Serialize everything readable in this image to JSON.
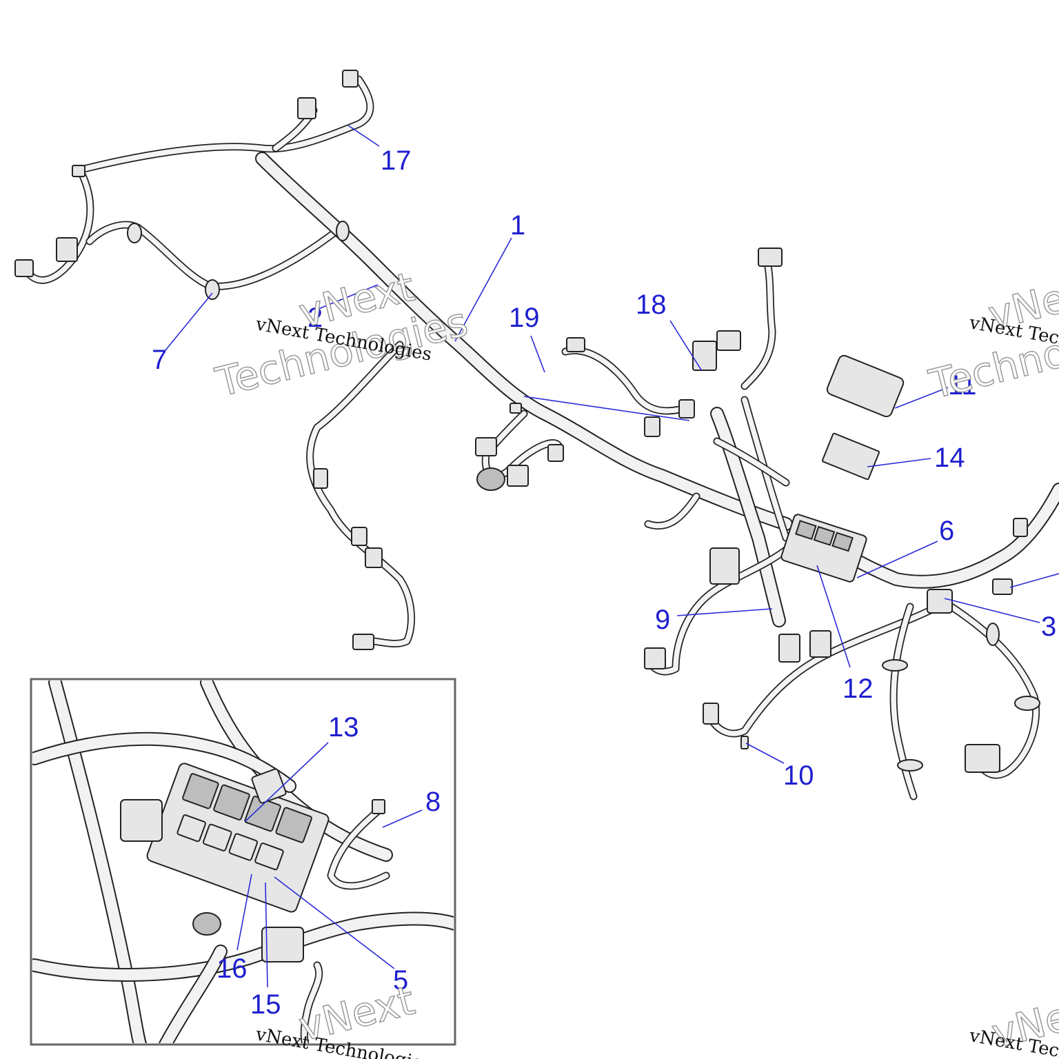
{
  "callouts": {
    "c1": "1",
    "c2": "2",
    "c3": "3",
    "c5": "5",
    "c6": "6",
    "c7": "7",
    "c8": "8",
    "c9": "9",
    "c10": "10",
    "c11": "11",
    "c12": "12",
    "c13": "13",
    "c14": "14",
    "c15": "15",
    "c16": "16",
    "c17": "17",
    "c18": "18",
    "c19": "19"
  },
  "watermark": {
    "company": "vNext Technologies",
    "line1": "vNext",
    "line2": "Technologies"
  },
  "colors": {
    "callout": "#1f1fd0",
    "line_art": "#222222",
    "background": "#ffffff"
  }
}
